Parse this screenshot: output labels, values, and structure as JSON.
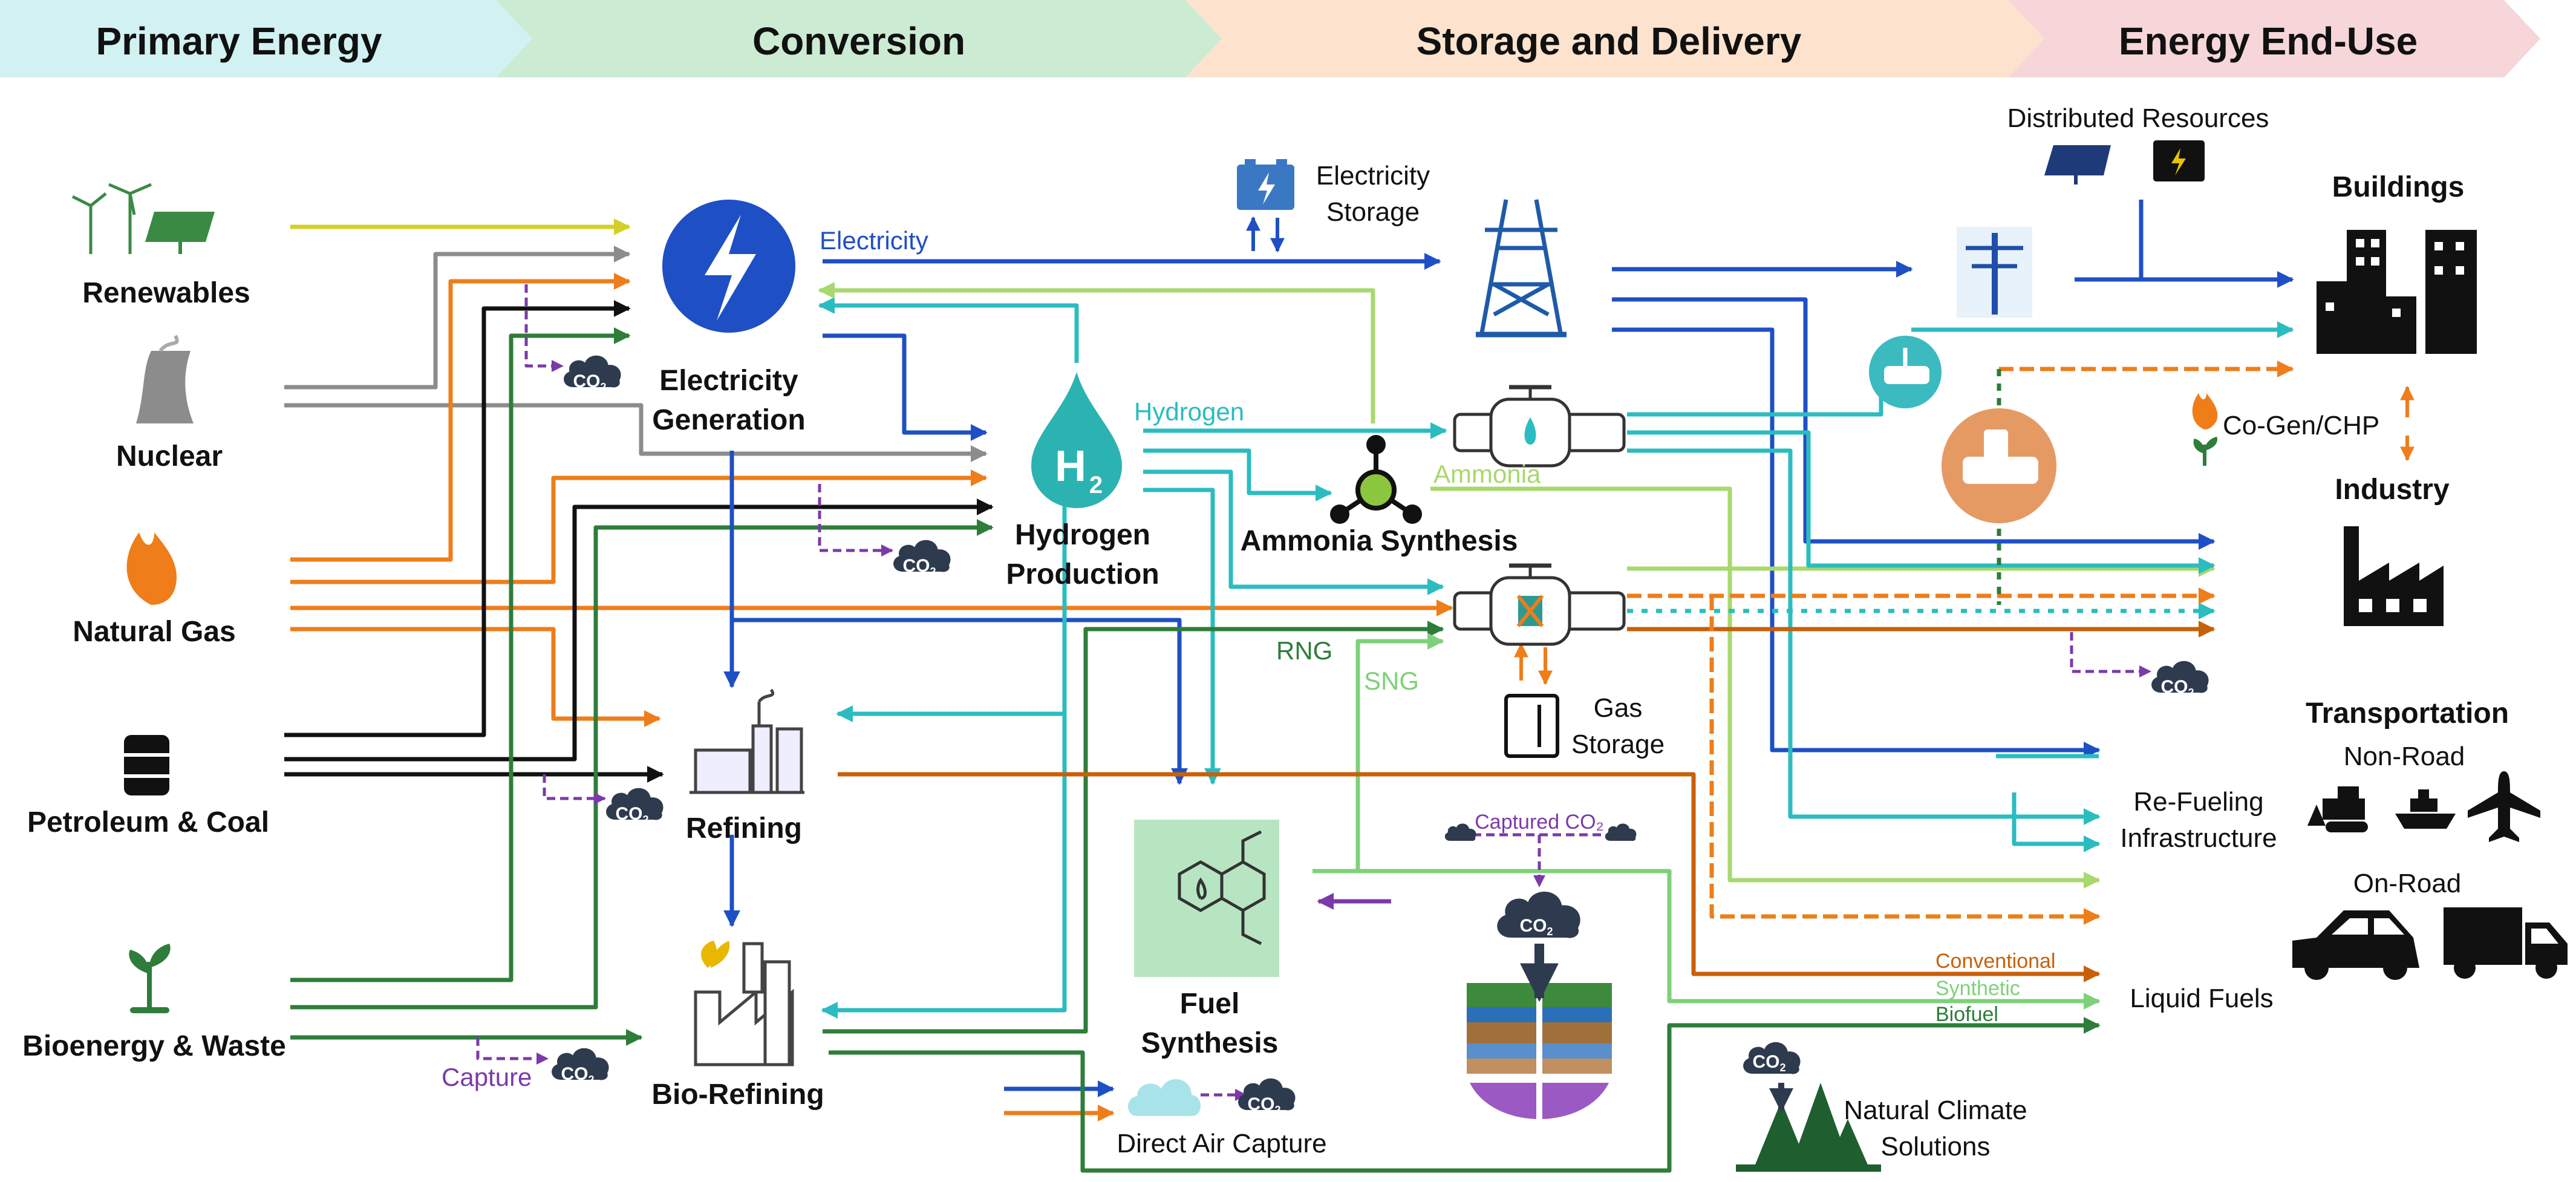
{
  "stages": [
    "Primary Energy",
    "Conversion",
    "Storage and Delivery",
    "Energy End-Use"
  ],
  "sources": [
    "Renewables",
    "Nuclear",
    "Natural Gas",
    "Petroleum & Coal",
    "Bioenergy & Waste"
  ],
  "conversion": {
    "electricity_generation": [
      "Electricity",
      "Generation"
    ],
    "hydrogen_production": [
      "Hydrogen",
      "Production"
    ],
    "h2": "H",
    "h2_sub": "2",
    "ammonia_synthesis": "Ammonia Synthesis",
    "refining": "Refining",
    "bio_refining": "Bio-Refining",
    "fuel_synthesis": [
      "Fuel",
      "Synthesis"
    ],
    "direct_air_capture": "Direct Air Capture",
    "capture": "Capture"
  },
  "storage": {
    "electricity_storage": [
      "Electricity",
      "Storage"
    ],
    "gas_storage": [
      "Gas",
      "Storage"
    ],
    "captured_co2": "Captured CO₂",
    "natural_climate_solutions": [
      "Natural Climate",
      "Solutions"
    ],
    "distributed_resources": "Distributed Resources"
  },
  "flows": {
    "electricity": "Electricity",
    "hydrogen": "Hydrogen",
    "ammonia": "Ammonia",
    "rng": "RNG",
    "sng": "SNG",
    "conventional": "Conventional",
    "synthetic": "Synthetic",
    "biofuel": "Biofuel"
  },
  "end_use": {
    "buildings": "Buildings",
    "cogen": "Co-Gen/CHP",
    "industry": "Industry",
    "transportation": "Transportation",
    "non_road": "Non-Road",
    "on_road": "On-Road",
    "refueling": [
      "Re-Fueling",
      "Infrastructure"
    ],
    "liquid_fuels": "Liquid Fuels"
  },
  "co2": "CO",
  "co2_sub": "2",
  "colors": {
    "electricity": "#1f4fc4",
    "hydrogen": "#2bbcc0",
    "ammonia": "#a8d86e",
    "natural_gas": "#ee7d1a",
    "petroleum": "#111111",
    "nuclear": "#8c8c8c",
    "bio": "#2e7d3a",
    "renewables": "#d6cf28",
    "capture": "#7b3aa8",
    "conventional": "#c8600a",
    "synthetic": "#7fd07a"
  },
  "icons": [
    "wind-turbine-icon",
    "solar-panel-icon",
    "cooling-tower-icon",
    "flame-icon",
    "oil-barrel-icon",
    "sprout-icon",
    "lightning-icon",
    "hydrogen-drop-icon",
    "ammonia-molecule-icon",
    "refinery-icon",
    "biorefinery-icon",
    "fuel-molecule-icon",
    "battery-icon",
    "transmission-tower-icon",
    "pipeline-valve-icon",
    "gas-tank-icon",
    "co2-cloud-icon",
    "geologic-storage-icon",
    "forest-icon",
    "utility-pole-icon",
    "buildings-icon",
    "factory-icon",
    "car-icon",
    "truck-icon",
    "ship-icon",
    "airplane-icon",
    "bulldozer-icon"
  ]
}
